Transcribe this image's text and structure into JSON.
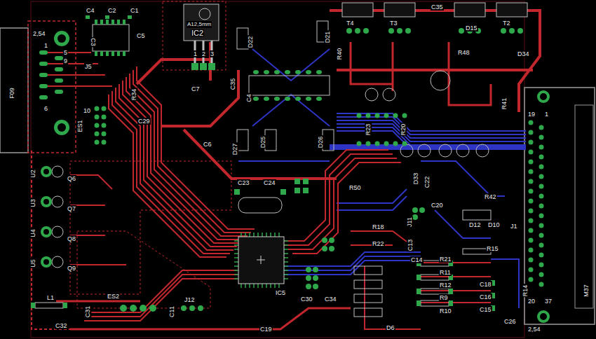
{
  "diagram": {
    "labels": [
      "2,54",
      "1",
      "5",
      "9",
      "6",
      "F09",
      "C4",
      "C2",
      "C1",
      "C5",
      "C3",
      "J5",
      "R34",
      "C29",
      "10",
      "ES1",
      "A12,5mm",
      "IC2",
      "1",
      "2",
      "3",
      "C7",
      "C6",
      "D22",
      "D21",
      "C35",
      "C4",
      "D27",
      "D25",
      "D26",
      "T4",
      "T3",
      "C35",
      "T2",
      "D15",
      "R40",
      "R48",
      "D34",
      "R41",
      "19",
      "1",
      "R23",
      "R20",
      "C23",
      "C24",
      "R50",
      "D33",
      "C22",
      "R42",
      "C20",
      "J11",
      "R18",
      "D12",
      "D10",
      "J1",
      "C13",
      "R22",
      "R15",
      "C14",
      "R21",
      "R11",
      "R12",
      "R9",
      "R10",
      "C18",
      "C16",
      "C15",
      "R14",
      "C26",
      "20",
      "37",
      "M37",
      "2,54",
      "D6",
      "IC5",
      "C30",
      "C34",
      "C19",
      "J12",
      "C11",
      "ES2",
      "L1",
      "C31",
      "C32",
      "U2",
      "Q6",
      "U3",
      "Q7",
      "U4",
      "Q8",
      "U5",
      "Q9"
    ]
  }
}
